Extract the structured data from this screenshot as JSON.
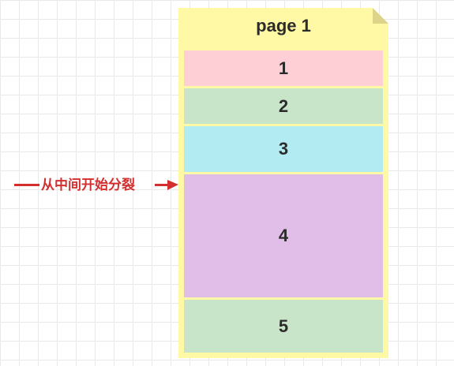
{
  "page": {
    "title": "page 1",
    "blocks": [
      {
        "label": "1",
        "color": "#ffcfd6"
      },
      {
        "label": "2",
        "color": "#c9e5c9"
      },
      {
        "label": "3",
        "color": "#b2ebf2"
      },
      {
        "label": "4",
        "color": "#e0bee7"
      },
      {
        "label": "5",
        "color": "#c9e5c9"
      }
    ],
    "background_color": "#fff9a6"
  },
  "annotation": {
    "text": "从中间开始分裂",
    "color": "#d32f2f"
  }
}
